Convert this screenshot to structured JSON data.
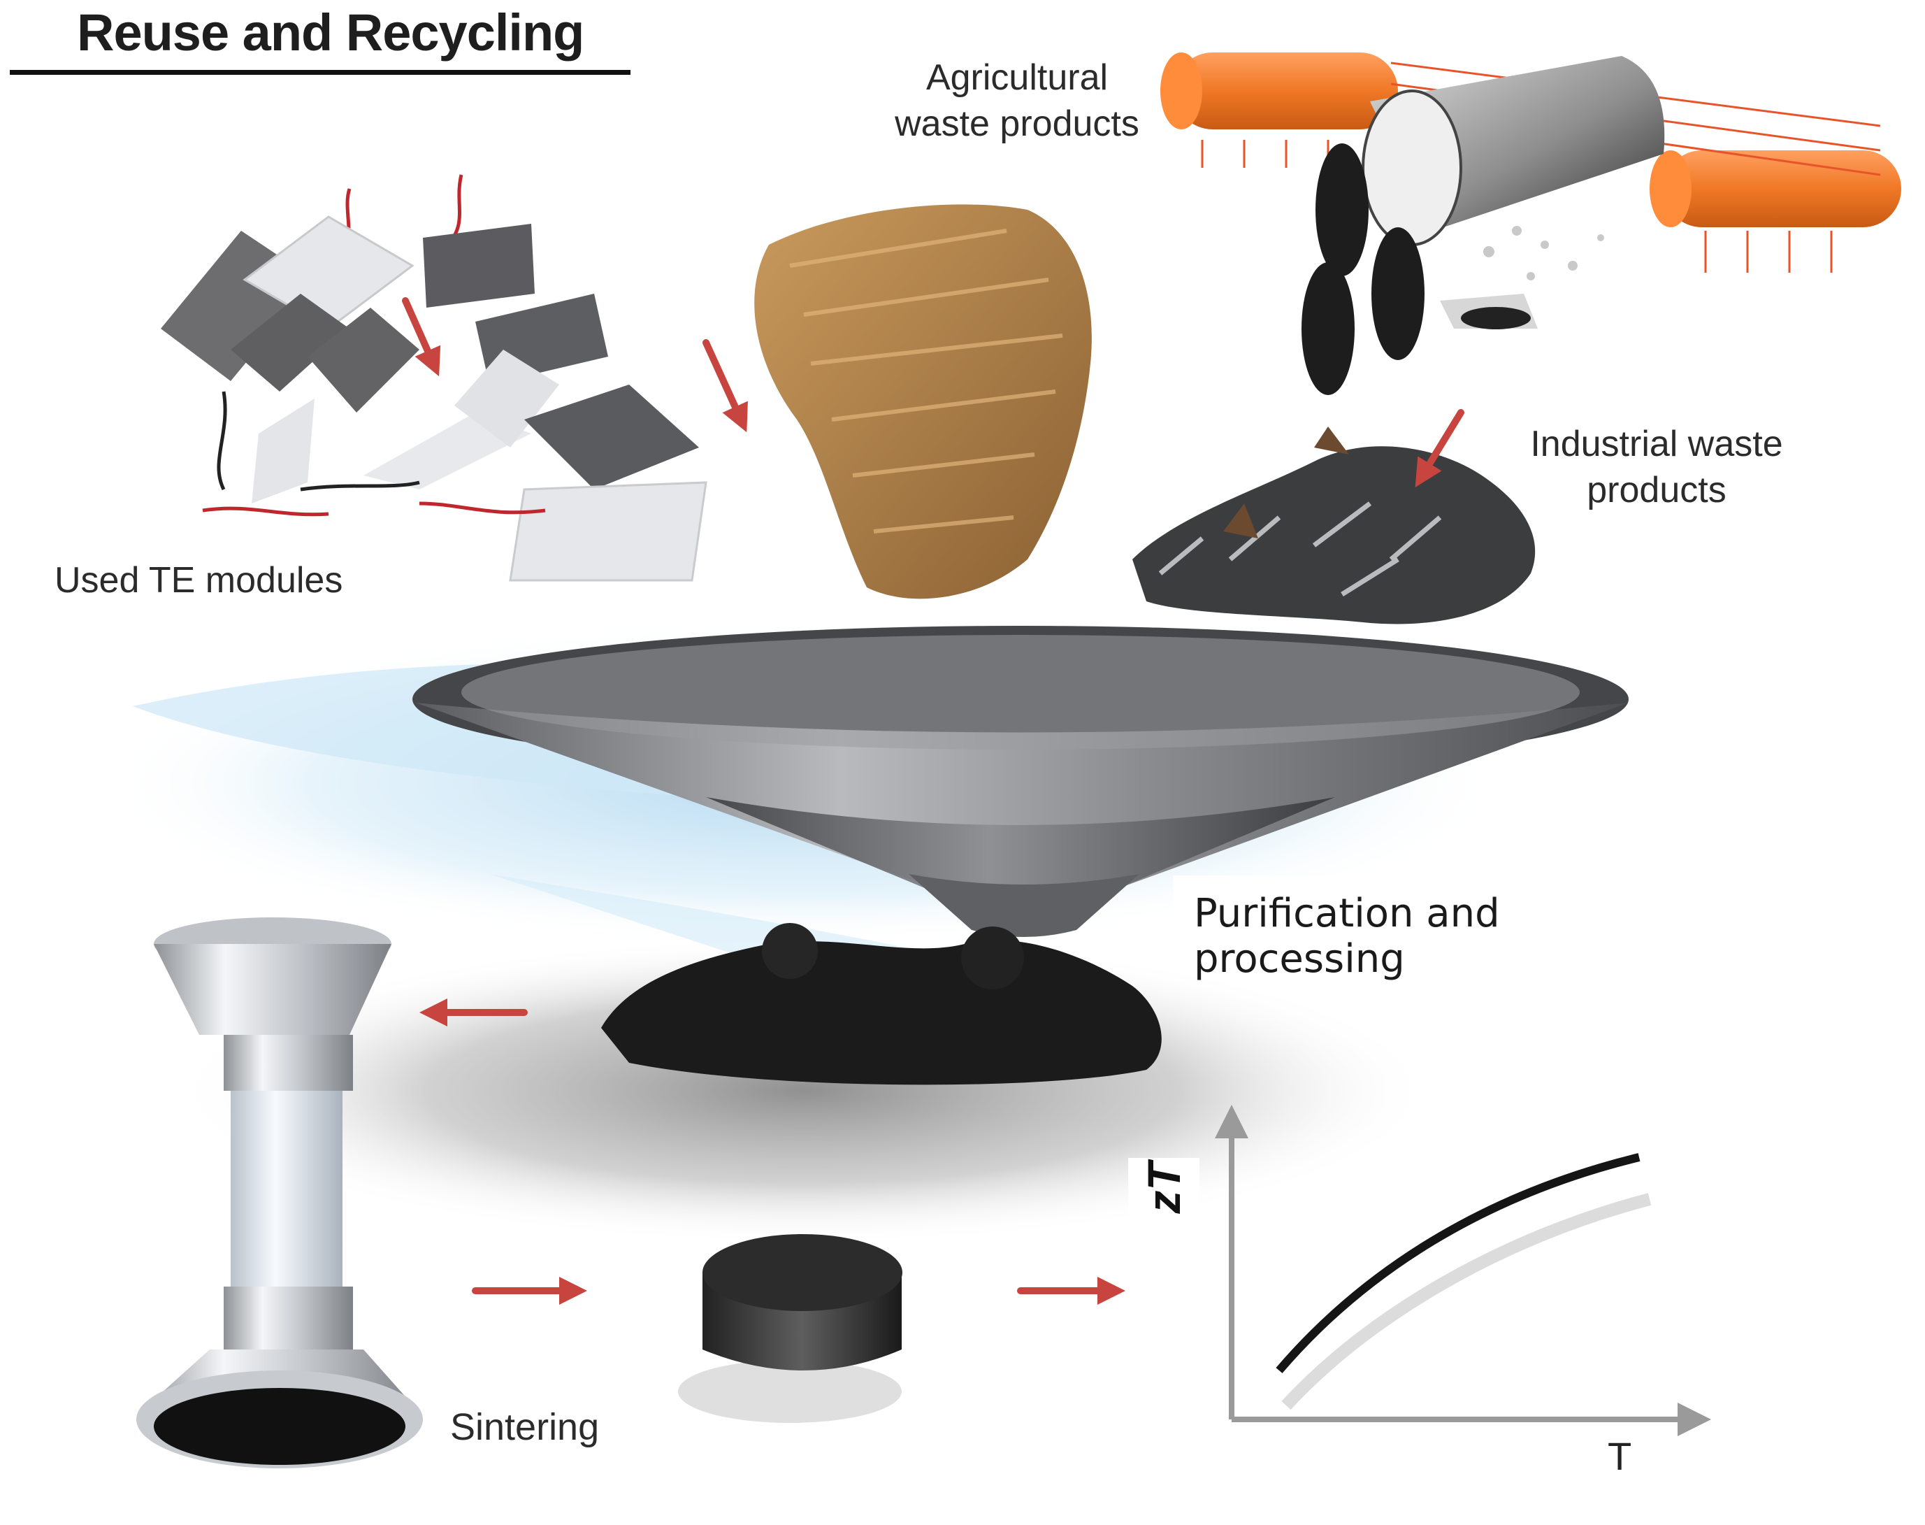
{
  "title": "Reuse and Recycling",
  "labels": {
    "agricultural_line1": "Agricultural",
    "agricultural_line2": "waste products",
    "industrial_line1": "Industrial waste",
    "industrial_line2": "products",
    "used_te": "Used TE modules",
    "purification": "Purification and processing",
    "sintering": "Sintering"
  },
  "chart": {
    "ylabel": "zT",
    "xlabel": "T"
  },
  "colors": {
    "arrow": "#c8453f",
    "roller": "#f07826",
    "funnel": "#6d6f73",
    "powder": "#1b1b1b",
    "halo": "#bfdff2"
  }
}
